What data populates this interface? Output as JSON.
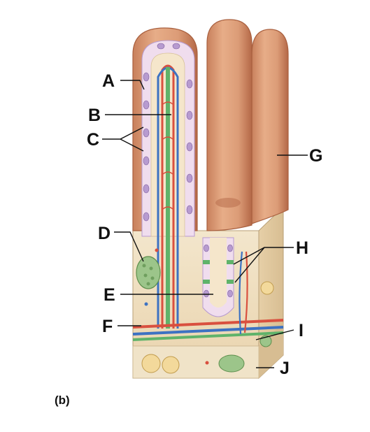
{
  "figure": {
    "caption": "(b)",
    "labels": {
      "A": "A",
      "B": "B",
      "C": "C",
      "D": "D",
      "E": "E",
      "F": "F",
      "G": "G",
      "H": "H",
      "I": "I",
      "J": "J"
    }
  },
  "colors": {
    "villus_surface": "#dfa07c",
    "villus_shadow": "#b86d4c",
    "epithelium": "#f0ddee",
    "goblet_cell": "#b79bd0",
    "lamina_propria": "#f2e3c8",
    "tissue_block": "#efdcbc",
    "artery": "#d9503f",
    "vein": "#3d72c2",
    "lacteal": "#5fb36a",
    "gland": "#9cc58a"
  }
}
